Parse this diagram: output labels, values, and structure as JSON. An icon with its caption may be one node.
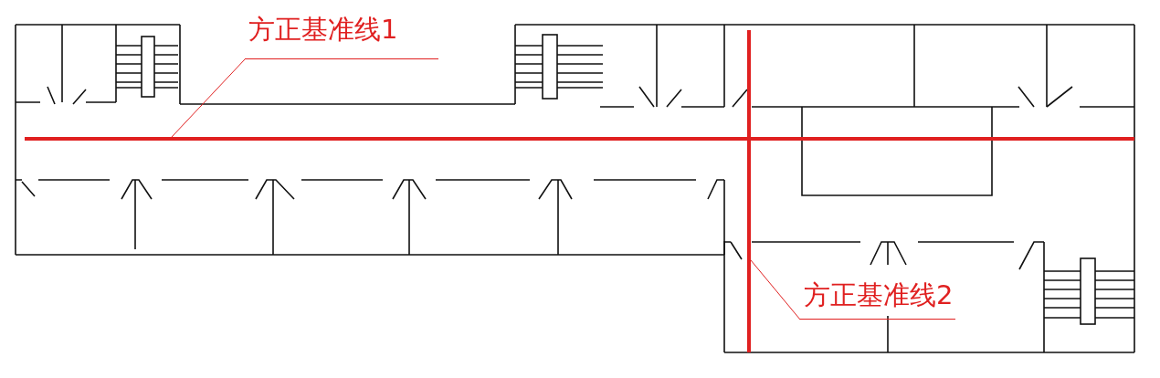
{
  "diagram": {
    "nodes": [
      {
        "text": [
          "方正基准线1"
        ]
      },
      {
        "text": [],
        "shape": "bar"
      },
      {
        "text": [],
        "shape": "bar"
      },
      {
        "text": [
          "方正基准线2"
        ]
      }
    ],
    "edges": [
      {
        "from": 0,
        "to": 1,
        "arrow": "none"
      },
      {
        "from": 3,
        "to": 2,
        "arrow": "none"
      }
    ]
  }
}
